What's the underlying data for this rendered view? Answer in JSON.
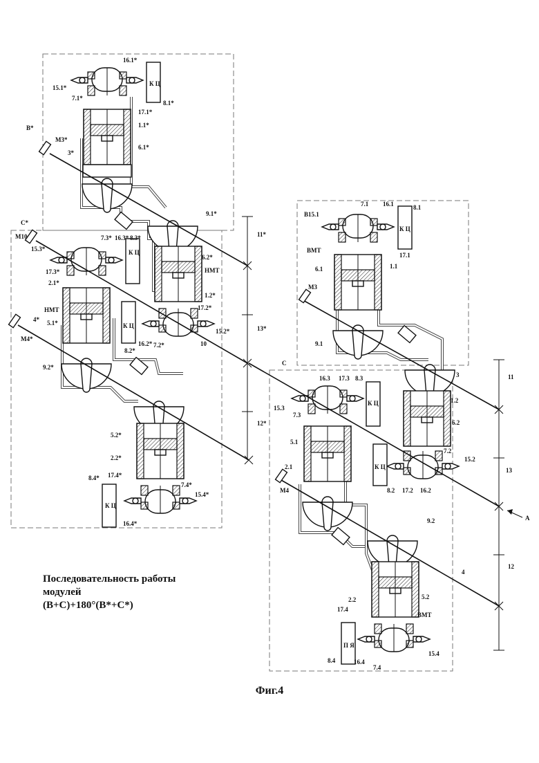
{
  "caption": {
    "line1": "Последовательность работы",
    "line2": "модулей",
    "line3": "(B+C)+180°(B*+C*)"
  },
  "figure_label": "Фиг.4",
  "labels": {
    "b_star": "B*",
    "c_star": "C*",
    "b": "B",
    "c": "C",
    "m3_star": "M3*",
    "m10": "M10",
    "m4_star": "M4*",
    "m3": "M3",
    "m4": "M4",
    "n16_1s": "16.1*",
    "n15_1s": "15.1*",
    "n7_1s": "7.1*",
    "n8_1s": "8.1*",
    "n17_1s": "17.1*",
    "n1_1s": "1.1*",
    "n6_1s": "6.1*",
    "n3s": "3*",
    "n9_1s": "9.1*",
    "n11s": "11*",
    "n7_3s": "7.3*",
    "n16_3s": "16.3*",
    "n8_3s": "8.3*",
    "n15_3s": "15.3*",
    "n17_3s": "17.3*",
    "n2_1s": "2.1*",
    "n5_1s": "5.1*",
    "n4s": "4*",
    "n6_2s": "6.2*",
    "n1_2s": "1.2*",
    "n17_2s": "17.2*",
    "n15_2s": "15.2*",
    "n16_2s": "16.2*",
    "n7_2s": "7.2*",
    "n8_2s": "8.2*",
    "n10": "10",
    "n13s": "13*",
    "n12s": "12*",
    "n9_2s": "9.2*",
    "n5_2s": "5.2*",
    "n2_2s": "2.2*",
    "n17_4s": "17.4*",
    "n7_4s": "7.4*",
    "n15_4s": "15.4*",
    "n8_4s": "8.4*",
    "n16_4s": "16.4*",
    "hmt1": "НМТ",
    "hmt2": "НМТ",
    "bmt1": "ВМТ",
    "bmt2": "ВМТ",
    "n15_1": "15.1",
    "n7_1": "7.1",
    "n16_1": "16.1",
    "n8_1": "8.1",
    "n17_1": "17.1",
    "n6_1": "6.1",
    "n1_1": "1.1",
    "n9_1": "9.1",
    "n3": "3",
    "n11": "11",
    "n16_3": "16.3",
    "n17_3": "17.3",
    "n8_3": "8.3",
    "n15_3": "15.3",
    "n7_3": "7.3",
    "n5_1": "5.1",
    "n2_1": "2.1",
    "n1_2": "1.2",
    "n6_2": "6.2",
    "n7_2": "7.2",
    "n15_2": "15.2",
    "n8_2": "8.2",
    "n17_2": "17.2",
    "n16_2": "16.2",
    "n13": "13",
    "a": "A",
    "n9_2": "9.2",
    "n4": "4",
    "n12": "12",
    "n2_2": "2.2",
    "n5_2": "5.2",
    "n17_4": "17.4",
    "n8_4": "8.4",
    "n16_4": "16.4",
    "n7_4": "7.4",
    "n15_4": "15.4",
    "kc": "К Ц",
    "pya": "П Я"
  }
}
